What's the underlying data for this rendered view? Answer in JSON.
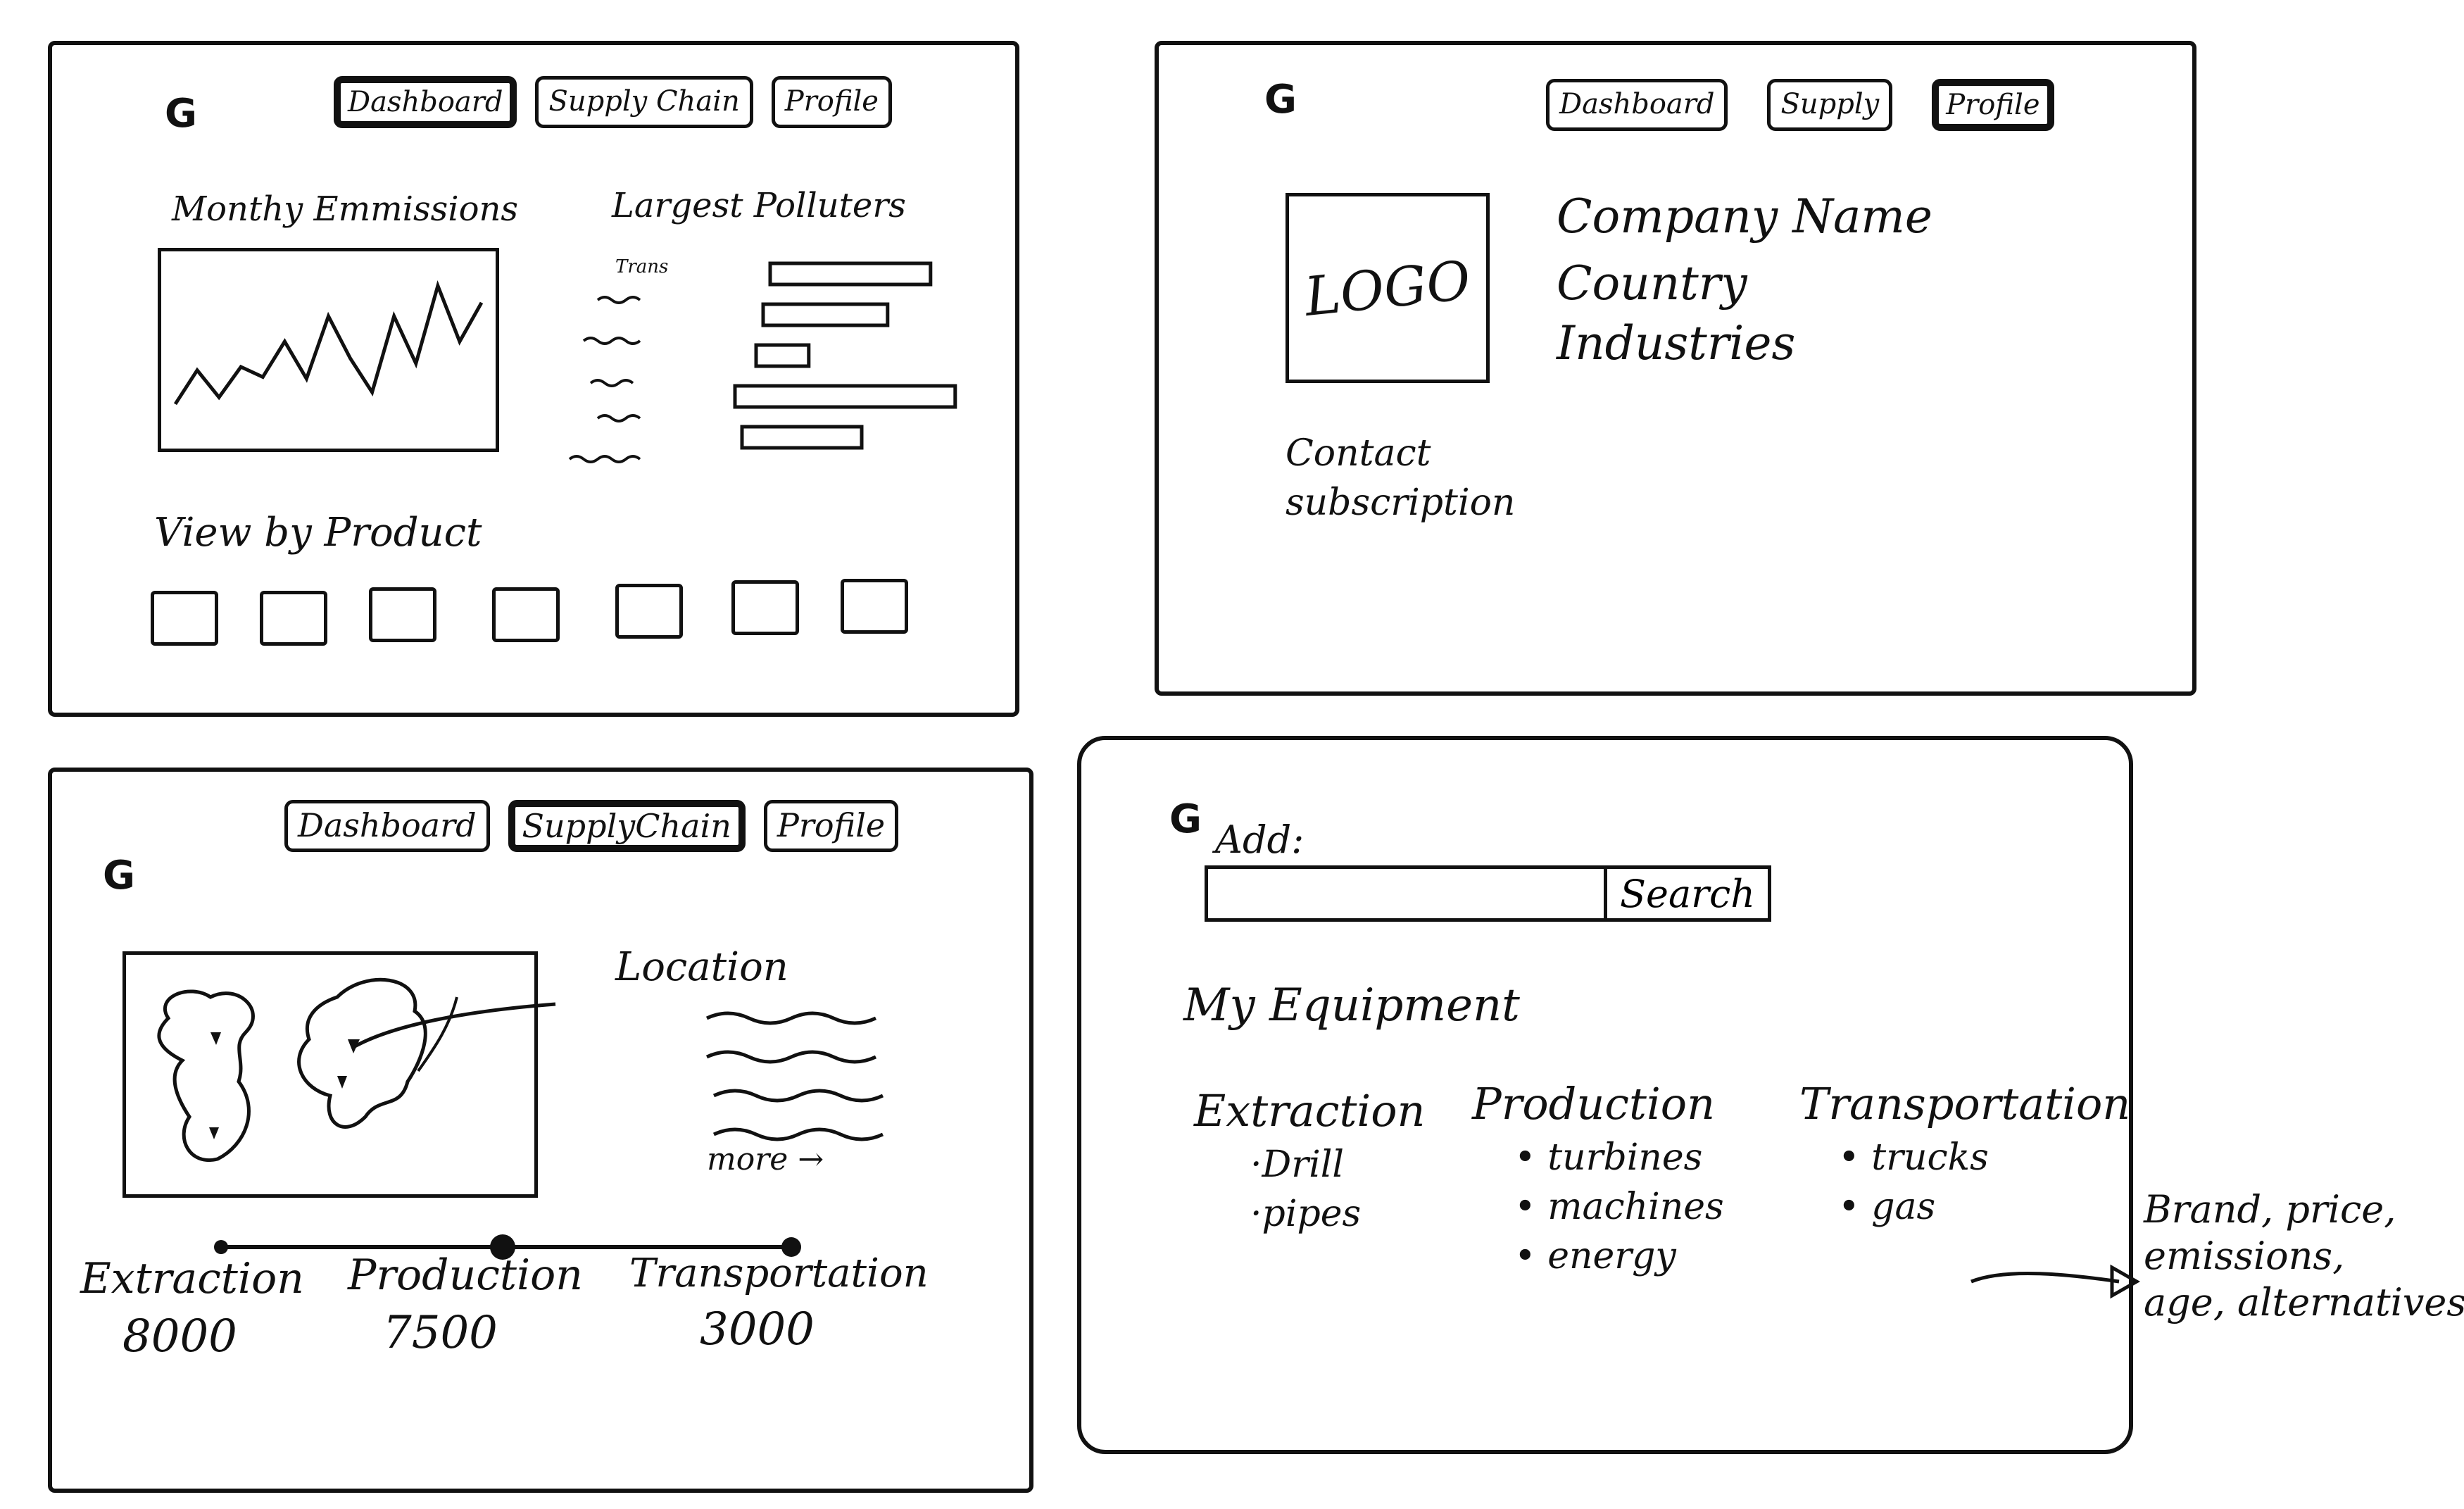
{
  "brand_mark": "G",
  "dashboard": {
    "nav": [
      "Dashboard",
      "Supply Chain",
      "Profile"
    ],
    "emissions_title": "Monthy Emmissions",
    "polluters_title": "Largest Polluters",
    "first_polluter_label": "Trans",
    "view_by_product": "View by Product",
    "monthly_emissions_series": [
      0.18,
      0.38,
      0.22,
      0.4,
      0.34,
      0.55,
      0.33,
      0.7,
      0.45,
      0.25,
      0.7,
      0.42,
      0.88,
      0.55,
      0.78
    ],
    "polluter_bar_levels": [
      0.67,
      0.52,
      0.22,
      0.92,
      0.5
    ]
  },
  "profile": {
    "nav": [
      "Dashboard",
      "Supply",
      "Profile"
    ],
    "logo_placeholder": "LOGO",
    "company_name": "Company Name",
    "country": "Country",
    "industries": "Industries",
    "contact": "Contact",
    "subscription": "subscription"
  },
  "supply_chain": {
    "nav": [
      "Dashboard",
      "SupplyChain",
      "Profile"
    ],
    "location_label": "Location",
    "more_link": "more →",
    "stages": [
      {
        "label": "Extraction",
        "value": "8000"
      },
      {
        "label": "Production",
        "value": "7500"
      },
      {
        "label": "Transportation",
        "value": "3000"
      }
    ]
  },
  "equipment": {
    "add_label": "Add:",
    "search_value": "",
    "search_button": "Search",
    "title": "My Equipment",
    "columns": [
      {
        "title": "Extraction",
        "items": [
          "·Drill",
          "·pipes"
        ]
      },
      {
        "title": "Production",
        "items": [
          "• turbines",
          "• machines",
          "• energy"
        ]
      },
      {
        "title": "Transportation",
        "items": [
          "• trucks",
          "• gas"
        ]
      }
    ],
    "annotation": [
      "Brand, price,",
      "emissions,",
      "age, alternatives"
    ]
  }
}
